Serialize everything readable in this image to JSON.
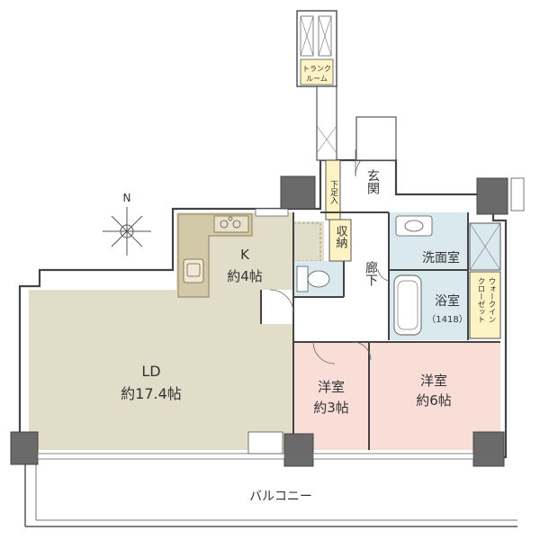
{
  "compass": {
    "north_label": "N"
  },
  "rooms": {
    "kitchen": {
      "name": "K",
      "size": "約4帖",
      "color": "#e2ddc8"
    },
    "living_dining": {
      "name": "LD",
      "size": "約17.4帖",
      "color": "#e2ddc8"
    },
    "western_room_small": {
      "name": "洋室",
      "size": "約3帖",
      "color": "#f8ded6"
    },
    "western_room_large": {
      "name": "洋室",
      "size": "約6帖",
      "color": "#f8ded6"
    },
    "washroom": {
      "name": "洗面室",
      "color": "#d9e9ee"
    },
    "bathroom": {
      "name": "浴室",
      "note": "（1418）",
      "color": "#d9e9ee"
    },
    "toilet": {
      "color": "#d9e9ee"
    },
    "entrance": {
      "name": "玄関"
    },
    "corridor": {
      "name": "廊下"
    },
    "storage": {
      "name": "収納"
    },
    "shoe_storage": {
      "name": "下足入"
    },
    "walk_in_closet": {
      "line1": "ウォークイン",
      "line2": "クローゼット",
      "color": "#fdf3c4"
    },
    "trunk_room": {
      "line1": "トランク",
      "line2": "ルーム",
      "color": "#fdf3c4"
    },
    "balcony": {
      "name": "バルコニー"
    }
  }
}
